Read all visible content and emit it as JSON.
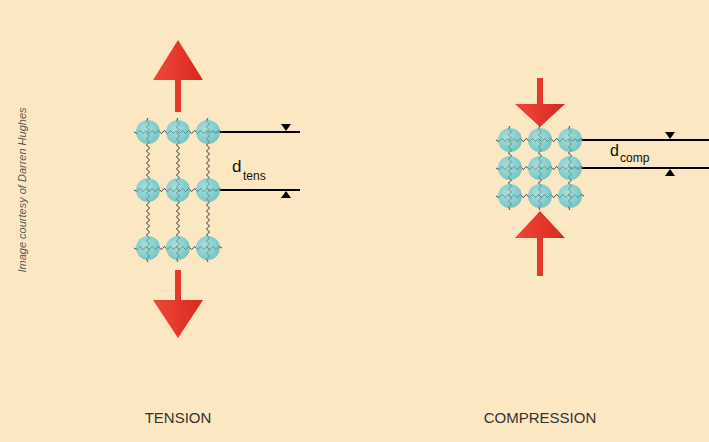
{
  "diagram": {
    "labels": [
      "Image courtesy of Darren Hughes",
      "d",
      "tens",
      "d",
      "comp",
      "TENSION",
      "COMPRESSION"
    ]
  }
}
